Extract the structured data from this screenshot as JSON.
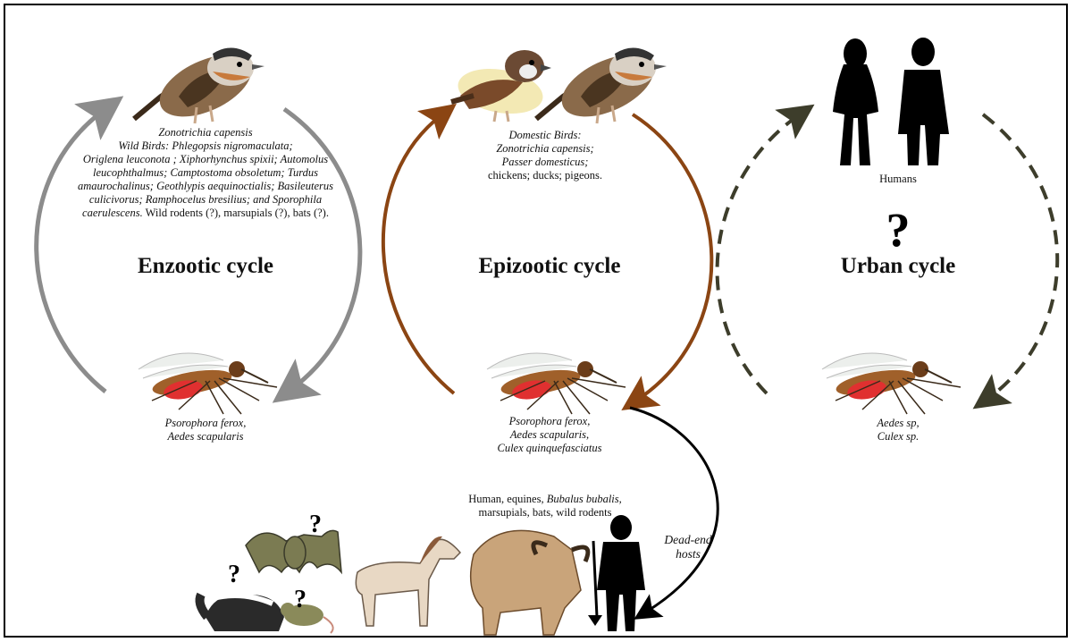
{
  "cycles": {
    "enzootic": {
      "title": "Enzootic cycle",
      "bird_species": "Zonotrichia capensis",
      "wild_birds_line1": "Wild Birds: Phlegopsis nigromaculata;",
      "wild_birds_line2": "Origlena leuconota ; Xiphorhynchus spixii; Automolus",
      "wild_birds_line3": "leucophthalmus; Camptostoma obsoletum; Turdus",
      "wild_birds_line4": "amaurochalinus; Geothlypis aequinoctialis; Basileuterus",
      "wild_birds_line5": "culicivorus; Ramphocelus bresilius; and  Sporophila",
      "wild_birds_line6_italic": "caerulescens.",
      "wild_birds_line6_rest": " Wild rodents (?), marsupials (?), bats (?).",
      "vector_line1": "Psorophora ferox,",
      "vector_line2": "Aedes scapularis"
    },
    "epizootic": {
      "title": "Epizootic cycle",
      "host_line1": "Domestic Birds:",
      "host_line2": "Zonotrichia capensis;",
      "host_line3": "Passer domesticus;",
      "host_line4": "chickens; ducks; pigeons.",
      "vector_line1": "Psorophora ferox,",
      "vector_line2": "Aedes scapularis,",
      "vector_line3": "Culex quinquefasciatus"
    },
    "urban": {
      "title": "Urban cycle",
      "host_label": "Humans",
      "unknown_mark": "?",
      "vector_line1": "Aedes sp,",
      "vector_line2": "Culex sp."
    }
  },
  "dead_end": {
    "hosts_line1_plain": "Human, equines, ",
    "hosts_line1_italic": "Bubalus bubalis,",
    "hosts_line2": "marsupials, bats, wild rodents",
    "label_line1": "Dead-end",
    "label_line2": "hosts",
    "unknown_mark": "?"
  },
  "colors": {
    "enzootic_arrow": "#8c8c8c",
    "epizootic_arrow": "#8b4513",
    "urban_arrow": "#3d3d2b",
    "dead_end_arrow": "#000000"
  }
}
